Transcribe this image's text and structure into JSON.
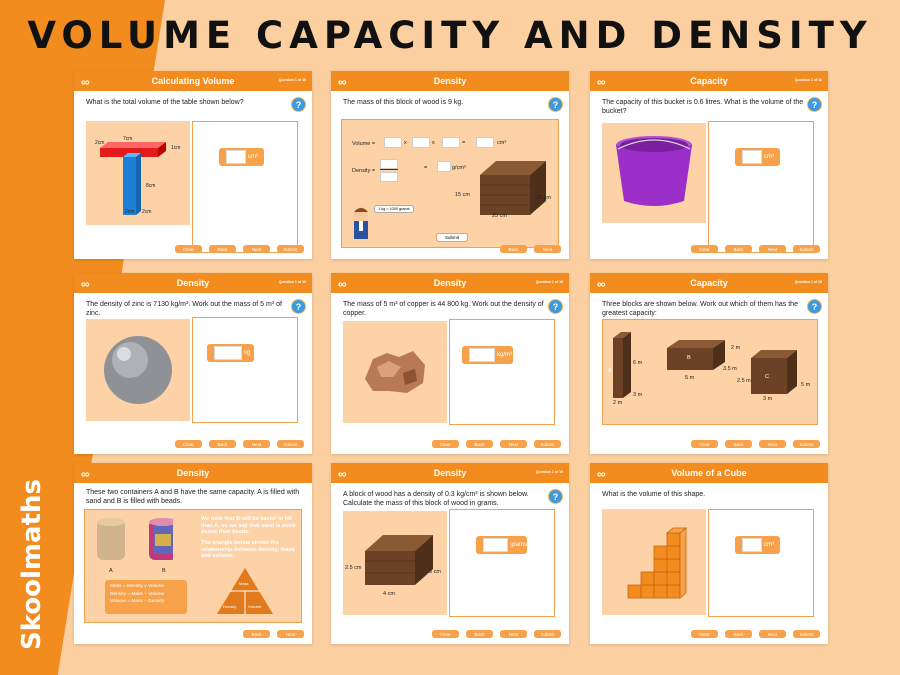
{
  "page": {
    "title": "VOLUME CAPACITY AND DENSITY",
    "brand": "Skoolmaths"
  },
  "colors": {
    "orange": "#f28c1f",
    "light_orange": "#fdd2a6",
    "background": "#fbcf9f",
    "help_blue": "#3b9ae1"
  },
  "icons": {
    "logo": "infinity-icon",
    "help": "question-mark-icon"
  },
  "buttons": {
    "clear": "Clear",
    "back": "Back",
    "next": "Next",
    "submit": "Submit"
  },
  "help": "?",
  "c1": {
    "title": "Calculating Volume",
    "question_no": "Question 1 of 10",
    "question": "What is the total volume of the table shown below?",
    "labels": [
      "7cm",
      "1cm",
      "8cm",
      "2cm",
      "2cm",
      "2cm"
    ],
    "unit": "cm³"
  },
  "c2": {
    "title": "Density",
    "question": "The mass of this block of wood is 9 kg.",
    "volume": "Volume =",
    "x1": "x",
    "x2": "x",
    "eq": "=",
    "cm3": "cm³",
    "density": "Density =",
    "eq2": "=",
    "gcm3": "g/cm³",
    "hint": "1 kg = 1000 grams",
    "submit": "Submit",
    "dims": [
      "15 cm",
      "20 cm",
      "25 cm"
    ]
  },
  "c3": {
    "title": "Capacity",
    "question_no": "Question 1 of 10",
    "question": "The capacity of this bucket is 0.6 litres. What is the volume of the bucket?",
    "unit": "cm³"
  },
  "c4": {
    "title": "Density",
    "question_no": "Question 1 of 10",
    "question": "The density of zinc is 7130 kg/m³. Work out the mass of 5 m³ of zinc.",
    "unit": "kg"
  },
  "c5": {
    "title": "Density",
    "question_no": "Question 1 of 10",
    "question": "The mass of 5 m³ of copper is 44 800 kg. Work out the density of copper.",
    "unit": "kg/m³"
  },
  "c6": {
    "title": "Capacity",
    "question_no": "Question 1 of 10",
    "question": "Three blocks are shown below. Work out which of them has the greatest capacity:",
    "labels": {
      "a": "A",
      "b": "B",
      "c": "C"
    },
    "dims": [
      "6 m",
      "2 m",
      "3 m",
      "2 m",
      "3.5 m",
      "5 m",
      "2.5 m",
      "5 m",
      "3 m"
    ]
  },
  "c7": {
    "title": "Density",
    "question": "These two containers A and B have the same capacity. A is filled with sand and B is filled with beads.",
    "label_a": "A",
    "label_b": "B",
    "note1": "We note that B will be easier to lift than A, so we say that sand is more dense than beads.",
    "note2": "The triangle below shows the relationship between density, mass and volume:",
    "formulas": [
      "Mass = Density x Volume",
      "Density = Mass ÷ Volume",
      "Volume = Mass ÷ Density"
    ],
    "tri": {
      "top": "Mass",
      "left": "Density",
      "right": "Volume"
    }
  },
  "c8": {
    "title": "Density",
    "question_no": "Question 1 of 10",
    "question": "A block of wood has a density of 0.3 kg/cm³ is shown below. Calculate the mass of this block of wood in grams.",
    "dims": [
      "2.5 cm",
      "4 cm",
      "5 cm"
    ],
    "unit": "grams"
  },
  "c9": {
    "title": "Volume of a Cube",
    "question": "What is the volume of this shape.",
    "unit": "cm³"
  }
}
